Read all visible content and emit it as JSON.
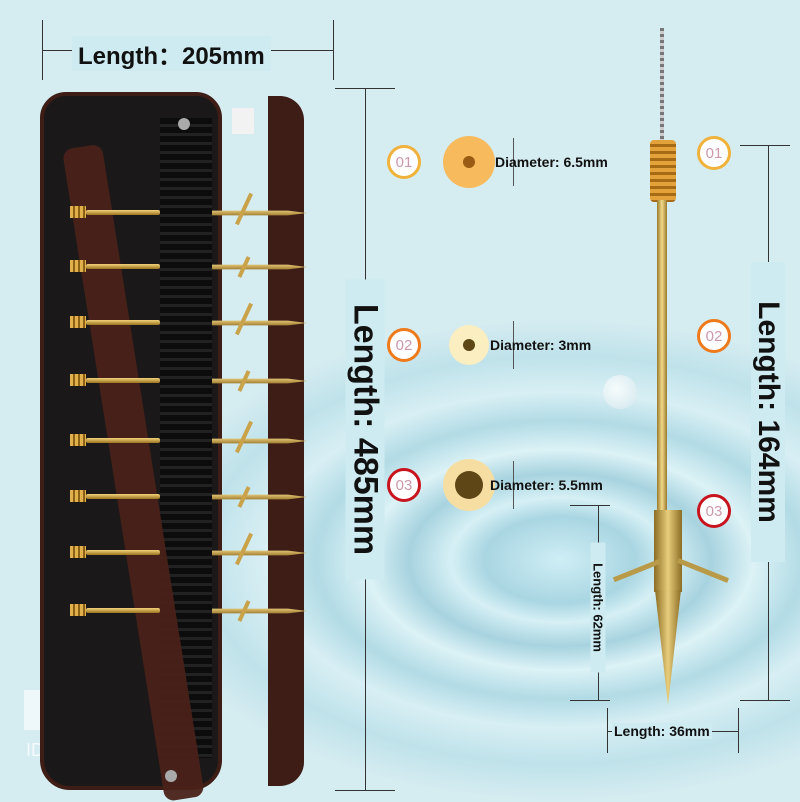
{
  "dimensions": {
    "case_width": "Length：205mm",
    "case_length": "Length: 485mm",
    "arrow_length": "Length: 164mm",
    "sleeve_length": "Length: 62mm",
    "barb_width": "Length: 36mm"
  },
  "diameters": [
    {
      "badge": "01",
      "label": "Diameter: 6.5mm",
      "color": "#f7ba5c",
      "dot": "#9a5b12"
    },
    {
      "badge": "02",
      "label": "Diameter: 3mm",
      "color": "#fbeec1",
      "dot": "#5e4616"
    },
    {
      "badge": "03",
      "label": "Diameter: 5.5mm",
      "color": "#f6dea2",
      "dot": "#5e4616"
    }
  ],
  "badge_colors": [
    "#f0b23a",
    "#ee7a1c",
    "#c8141e"
  ],
  "watermark": "ID"
}
